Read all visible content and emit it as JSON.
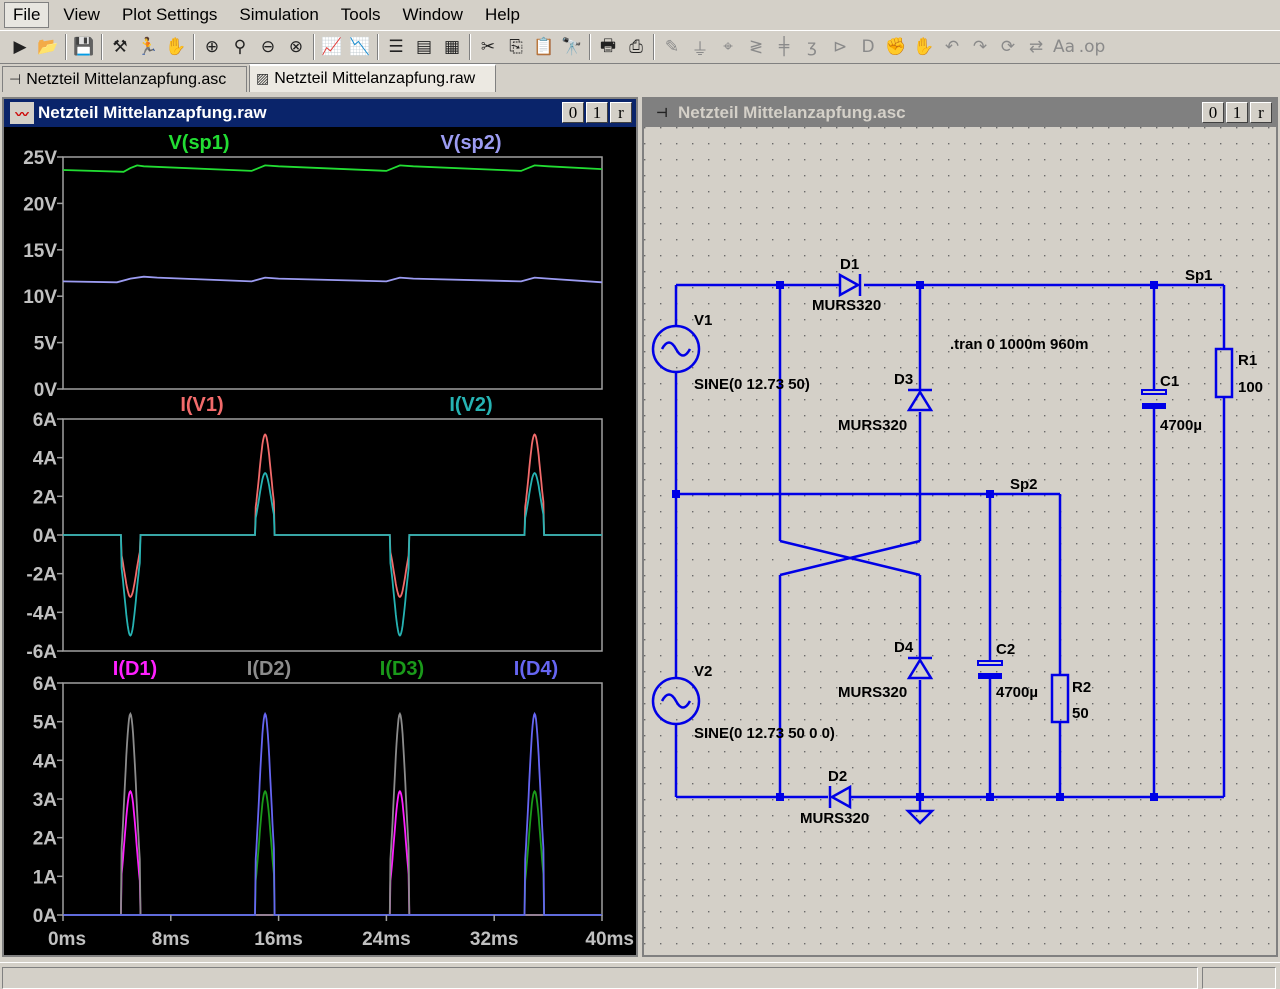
{
  "menu": [
    "File",
    "View",
    "Plot Settings",
    "Simulation",
    "Tools",
    "Window",
    "Help"
  ],
  "tabs": [
    {
      "label": "Netzteil Mittelanzapfung.asc",
      "icon": "schematic-icon"
    },
    {
      "label": "Netzteil Mittelanzapfung.raw",
      "icon": "waveform-icon"
    }
  ],
  "waveform_window": {
    "title": "Netzteil Mittelanzapfung.raw",
    "buttons": [
      "0",
      "1",
      "r"
    ]
  },
  "schematic_window": {
    "title": "Netzteil Mittelanzapfung.asc",
    "buttons": [
      "0",
      "1",
      "r"
    ]
  },
  "colors": {
    "green": "#22dd33",
    "lavender": "#9c9cf2",
    "salmon": "#f26b6b",
    "teal": "#26b3b3",
    "magenta": "#ff1fff",
    "gray": "#8c8c8c",
    "darkgreen": "#1a9a1a",
    "blue": "#6666f2",
    "wire": "#0000e6",
    "plot_bg": "#000000",
    "axis_text": "#c0c0c0"
  },
  "chart_data": [
    {
      "type": "line",
      "title": "",
      "xlabel": "",
      "ylabel": "",
      "x_range": [
        0,
        40
      ],
      "x_unit": "ms",
      "ylim": [
        0,
        25
      ],
      "grid": false,
      "y_ticks": [
        "25V",
        "20V",
        "15V",
        "10V",
        "5V",
        "0V"
      ],
      "series": [
        {
          "name": "V(sp1)",
          "color": "green",
          "x": [
            0,
            4.5,
            5,
            5.5,
            6,
            14,
            15,
            16,
            24,
            25,
            26,
            34,
            35,
            36,
            40
          ],
          "values": [
            23.6,
            23.4,
            23.8,
            24.1,
            24.0,
            23.5,
            24.1,
            24.0,
            23.5,
            24.1,
            24.0,
            23.5,
            24.1,
            24.0,
            23.7
          ]
        },
        {
          "name": "V(sp2)",
          "color": "lavender",
          "x": [
            0,
            4,
            5,
            6,
            7,
            14,
            15,
            16,
            24,
            25,
            26,
            34,
            35,
            36,
            40
          ],
          "values": [
            11.6,
            11.5,
            11.9,
            12.1,
            12.0,
            11.6,
            12.0,
            11.9,
            11.6,
            12.0,
            11.9,
            11.6,
            12.0,
            11.9,
            11.5
          ]
        }
      ]
    },
    {
      "type": "line",
      "title": "",
      "xlabel": "",
      "ylabel": "",
      "x_range": [
        0,
        40
      ],
      "x_unit": "ms",
      "ylim": [
        -6,
        6
      ],
      "grid": false,
      "y_ticks": [
        "6A",
        "4A",
        "2A",
        "0A",
        "-2A",
        "-4A",
        "-6A"
      ],
      "series": [
        {
          "name": "I(V1)",
          "color": "salmon",
          "pulses": [
            {
              "t": 5,
              "peak": -3.2
            },
            {
              "t": 15,
              "peak": 5.2
            },
            {
              "t": 25,
              "peak": -3.2
            },
            {
              "t": 35,
              "peak": 5.2
            }
          ],
          "pulse_width": 1.4
        },
        {
          "name": "I(V2)",
          "color": "teal",
          "pulses": [
            {
              "t": 5,
              "peak": -5.2
            },
            {
              "t": 15,
              "peak": 3.2
            },
            {
              "t": 25,
              "peak": -5.2
            },
            {
              "t": 35,
              "peak": 3.2
            }
          ],
          "pulse_width": 1.4
        }
      ]
    },
    {
      "type": "line",
      "title": "",
      "xlabel": "",
      "ylabel": "",
      "x_range": [
        0,
        40
      ],
      "x_unit": "ms",
      "ylim": [
        0,
        6
      ],
      "grid": false,
      "y_ticks": [
        "6A",
        "5A",
        "4A",
        "3A",
        "2A",
        "1A",
        "0A"
      ],
      "x_ticks": [
        "0ms",
        "8ms",
        "16ms",
        "24ms",
        "32ms",
        "40ms"
      ],
      "series": [
        {
          "name": "I(D1)",
          "color": "magenta",
          "pulses": [
            {
              "t": 5,
              "peak": 3.2
            },
            {
              "t": 25,
              "peak": 3.2
            }
          ],
          "pulse_width": 1.4
        },
        {
          "name": "I(D2)",
          "color": "gray",
          "pulses": [
            {
              "t": 5,
              "peak": 5.2
            },
            {
              "t": 25,
              "peak": 5.2
            }
          ],
          "pulse_width": 1.4
        },
        {
          "name": "I(D3)",
          "color": "darkgreen",
          "pulses": [
            {
              "t": 15,
              "peak": 3.2
            },
            {
              "t": 35,
              "peak": 3.2
            }
          ],
          "pulse_width": 1.4
        },
        {
          "name": "I(D4)",
          "color": "blue",
          "pulses": [
            {
              "t": 15,
              "peak": 5.2
            },
            {
              "t": 35,
              "peak": 5.2
            }
          ],
          "pulse_width": 1.4
        }
      ]
    }
  ],
  "schematic": {
    "labels": {
      "d1": "D1",
      "d1_model": "MURS320",
      "d2": "D2",
      "d2_model": "MURS320",
      "d3": "D3",
      "d3_model": "MURS320",
      "d4": "D4",
      "d4_model": "MURS320",
      "v1": "V1",
      "v1_value": "SINE(0 12.73 50)",
      "v2": "V2",
      "v2_value": "SINE(0 12.73 50 0 0)",
      "c1": "C1",
      "c1_value": "4700µ",
      "c2": "C2",
      "c2_value": "4700µ",
      "r1": "R1",
      "r1_value": "100",
      "r2": "R2",
      "r2_value": "50",
      "sp1": "Sp1",
      "sp2": "Sp2",
      "directive": ".tran 0 1000m 960m"
    }
  }
}
